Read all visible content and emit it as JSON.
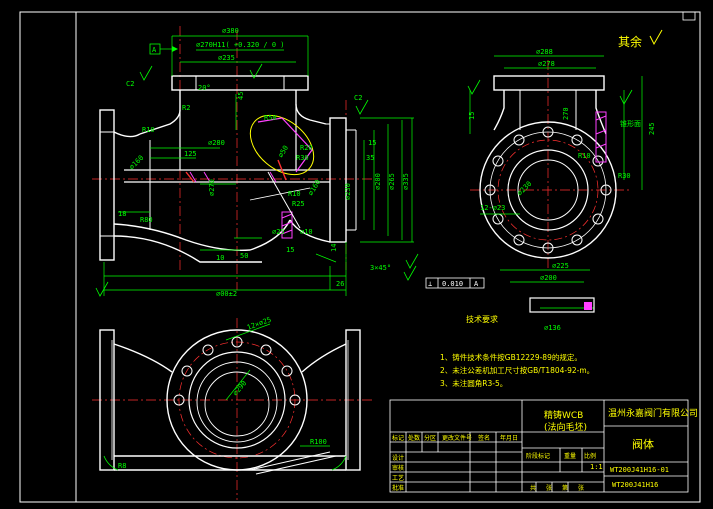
{
  "colors": {
    "background": "#000000",
    "outline": "#ffffff",
    "dimension": "#00ff00",
    "centerline": "#ff3030",
    "hatch": "#ff40ff",
    "text": "#ffff00",
    "cyan": "#00ffff"
  },
  "front_view": {
    "dims": [
      "⌀380",
      "⌀270H11( +0.320 / 0 )",
      "⌀235",
      "C2",
      "20°",
      "45",
      "R10",
      "R2",
      "⌀280",
      "⌀160",
      "125",
      "⌀50",
      "R20",
      "R30",
      "R50",
      "⌀160",
      "⌀230",
      "⌀200",
      "⌀265",
      "⌀335",
      "15",
      "35",
      "R25",
      "R80",
      "18",
      "⌀270",
      "50",
      "10",
      "15",
      "R10",
      "⌀25",
      "14",
      "3×45°",
      "26",
      "⌀00±2",
      "C2",
      "⌀10"
    ],
    "datum": "A"
  },
  "side_view": {
    "dims": [
      "⌀288",
      "⌀278",
      "15",
      "270",
      "245",
      "⌀230",
      "12-⌀23",
      "R10",
      "R30",
      "⌀225",
      "⌀200",
      "⌀136",
      "锥形面"
    ]
  },
  "roughness_note": "其余",
  "tolerance_frame": [
    "⊥",
    "0.010",
    "A"
  ],
  "plan_view": {
    "dims": [
      "12×⌀25",
      "⌀290",
      "R100",
      "R8"
    ]
  },
  "tech_req": {
    "title": "技术要求",
    "items": [
      "1、铸件技术条件按GB12229-89的规定。",
      "2、未注公差机加工尺寸按GB/T1804-92-m。",
      "3、未注圆角R3-5。"
    ]
  },
  "title_block": {
    "material_line1": "精铸WCB",
    "material_line2": "(法向毛坯)",
    "company": "温州永嘉阀门有限公司",
    "part_name": "阀体",
    "drawing_no1": "WT200J41H16-01",
    "drawing_no2": "WT200J41H16",
    "scale": "1:1",
    "header_cells": [
      "标记",
      "处数",
      "分区",
      "更改文件号",
      "签名",
      "年月日"
    ],
    "row_labels": [
      "设计",
      "审核",
      "工艺",
      "批准"
    ],
    "mid_labels": [
      "阶段标记",
      "重量",
      "比例"
    ],
    "bottom_labels": [
      "共",
      "张",
      "第",
      "张"
    ]
  }
}
